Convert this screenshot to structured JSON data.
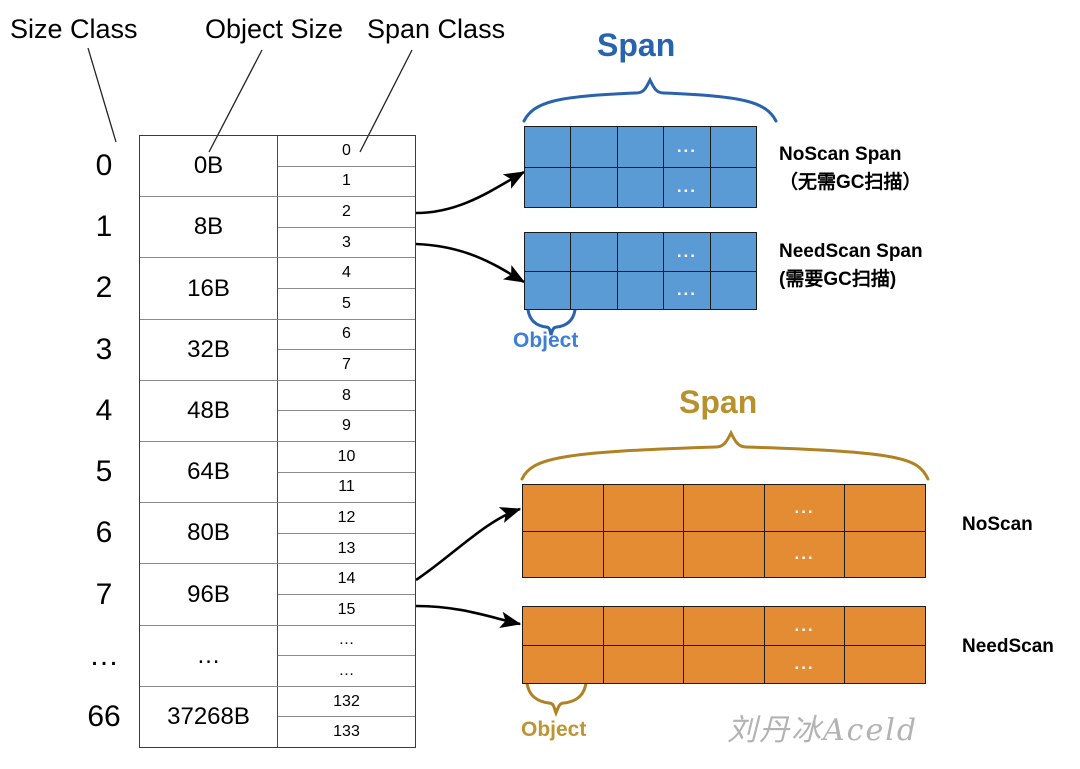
{
  "headers": {
    "size_class": "Size Class",
    "object_size": "Object Size",
    "span_class": "Span Class"
  },
  "table": {
    "rows": [
      {
        "size_class": "0",
        "object_size": "0B",
        "span_classes": [
          "0",
          "1"
        ]
      },
      {
        "size_class": "1",
        "object_size": "8B",
        "span_classes": [
          "2",
          "3"
        ]
      },
      {
        "size_class": "2",
        "object_size": "16B",
        "span_classes": [
          "4",
          "5"
        ]
      },
      {
        "size_class": "3",
        "object_size": "32B",
        "span_classes": [
          "6",
          "7"
        ]
      },
      {
        "size_class": "4",
        "object_size": "48B",
        "span_classes": [
          "8",
          "9"
        ]
      },
      {
        "size_class": "5",
        "object_size": "64B",
        "span_classes": [
          "10",
          "11"
        ]
      },
      {
        "size_class": "6",
        "object_size": "80B",
        "span_classes": [
          "12",
          "13"
        ]
      },
      {
        "size_class": "7",
        "object_size": "96B",
        "span_classes": [
          "14",
          "15"
        ]
      },
      {
        "size_class": "…",
        "object_size": "…",
        "span_classes": [
          "…",
          "…"
        ]
      },
      {
        "size_class": "66",
        "object_size": "37268B",
        "span_classes": [
          "132",
          "133"
        ]
      }
    ]
  },
  "blue_group": {
    "title": "Span",
    "object_label": "Object",
    "color": "#5B9BD5",
    "accent": "#2A63AD",
    "object_text_color": "#3D7FD4",
    "ellipsis": "...",
    "spans": [
      {
        "name": "NoScan Span",
        "note": "（无需GC扫描）"
      },
      {
        "name": "NeedScan Span",
        "note": "(需要GC扫描)"
      }
    ]
  },
  "orange_group": {
    "title": "Span",
    "object_label": "Object",
    "color": "#E38C33",
    "accent": "#B08224",
    "object_text_color": "#BF9434",
    "ellipsis": "...",
    "spans": [
      {
        "name": "NoScan",
        "note": ""
      },
      {
        "name": "NeedScan",
        "note": ""
      }
    ]
  },
  "watermark": "刘丹冰Aceld"
}
